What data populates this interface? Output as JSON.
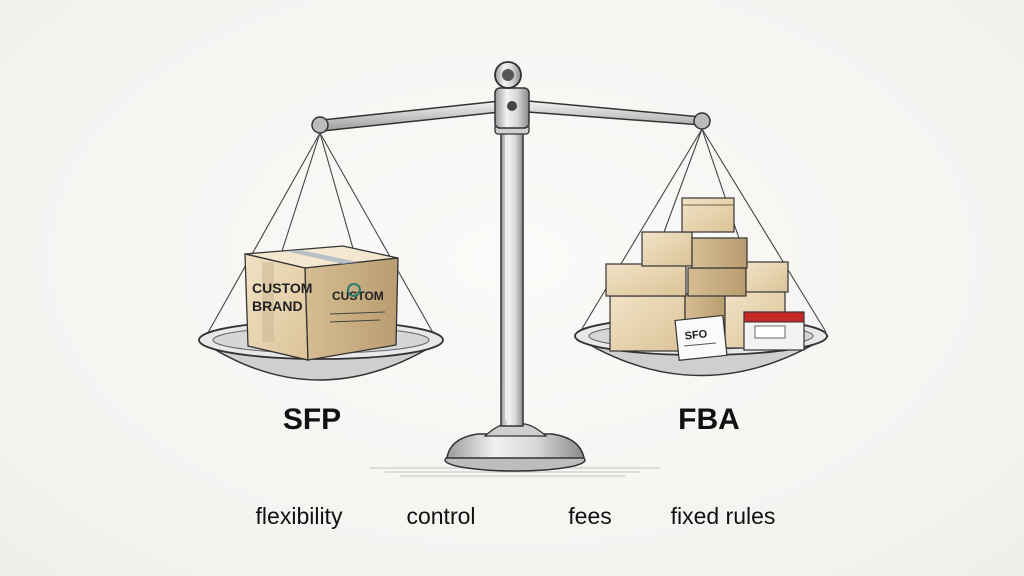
{
  "sides": {
    "left": {
      "label": "SFP",
      "box_text": [
        "CUSTOM",
        "BRAND"
      ],
      "box_text_small": "CUSTOM"
    },
    "right": {
      "label": "FBA",
      "label_card": "SFO"
    }
  },
  "factors": [
    "flexibility",
    "control",
    "fees",
    "fixed rules"
  ],
  "colors": {
    "ink": "#111111",
    "box": "#e6d3b0",
    "box_shade": "#cdb48a",
    "metal": "#d9d9d9",
    "accent": "#c62828"
  }
}
